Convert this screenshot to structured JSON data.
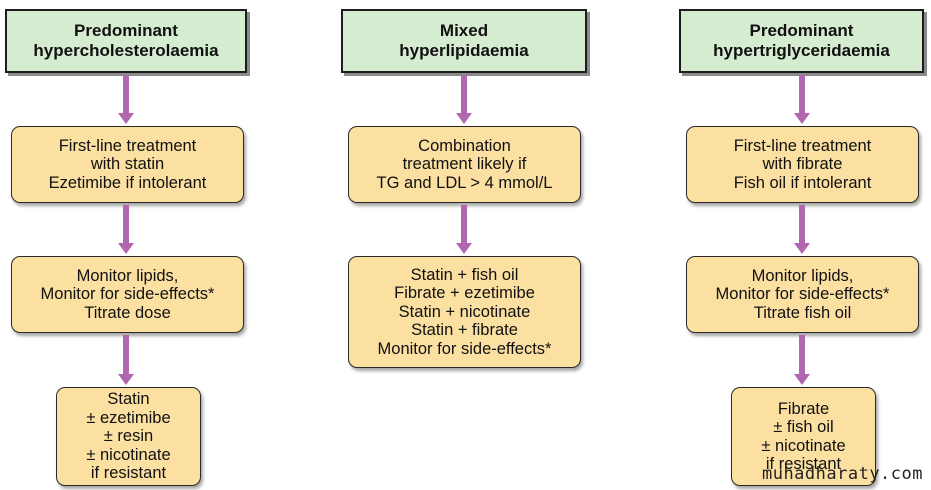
{
  "columns": [
    {
      "header": [
        "Predominant",
        "hypercholesterolaemia"
      ],
      "steps": [
        [
          "First-line treatment",
          "with statin",
          "Ezetimibe if intolerant"
        ],
        [
          "Monitor lipids,",
          "Monitor for side-effects*",
          "Titrate dose"
        ],
        [
          "Statin",
          "± ezetimibe",
          "± resin",
          "± nicotinate",
          "if resistant"
        ]
      ]
    },
    {
      "header": [
        "Mixed",
        "hyperlipidaemia"
      ],
      "steps": [
        [
          "Combination",
          "treatment likely if",
          "TG and LDL > 4 mmol/L"
        ],
        [
          "Statin + fish oil",
          "Fibrate + ezetimibe",
          "Statin + nicotinate",
          "Statin + fibrate",
          "Monitor for side-effects*"
        ]
      ]
    },
    {
      "header": [
        "Predominant",
        "hypertriglyceridaemia"
      ],
      "steps": [
        [
          "First-line treatment",
          "with fibrate",
          "Fish oil if intolerant"
        ],
        [
          "Monitor lipids,",
          "Monitor for side-effects*",
          "Titrate fish oil"
        ],
        [
          "Fibrate",
          "± fish oil",
          "± nicotinate",
          "if resistant"
        ]
      ]
    }
  ],
  "watermark": "muhadharaty.com"
}
